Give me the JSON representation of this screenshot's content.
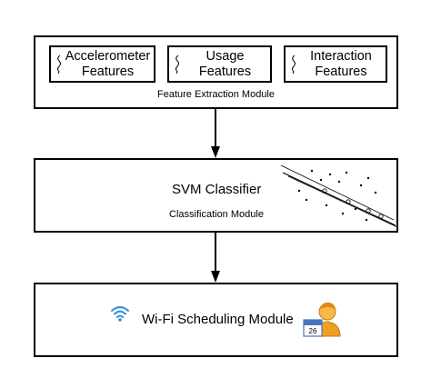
{
  "feature_extraction_module": {
    "features": [
      {
        "label": "Accelerometer\nFeatures"
      },
      {
        "label": "Usage\nFeatures"
      },
      {
        "label": "Interaction\nFeatures"
      }
    ],
    "caption": "Feature Extraction Module"
  },
  "classification_module": {
    "title": "SVM Classifier",
    "caption": "Classification Module"
  },
  "wifi_module": {
    "title": "Wi-Fi Scheduling Module",
    "calendar_icon_text": "26"
  },
  "icons": {
    "feature_icon": "wave-squiggle-icon",
    "svm_plot": "svm-hyperplane-icon",
    "wifi": "wifi-icon",
    "user_calendar": "user-calendar-icon"
  },
  "colors": {
    "border": "#000000",
    "wifi_blue": "#2b8fd6",
    "user_orange": "#f0a020",
    "calendar_blue": "#4a74b8"
  }
}
